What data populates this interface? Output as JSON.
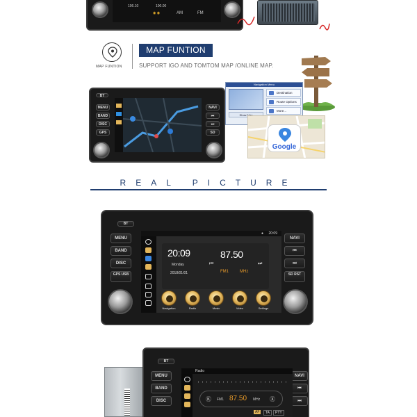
{
  "top_unit": {
    "freq_a": "106.10",
    "freq_b": "100.00",
    "band_left": "AM",
    "band_right": "FM"
  },
  "map_section": {
    "icon_label": "MAP FUNTION",
    "title": "MAP FUNTION",
    "subtitle": "SUPPORT IGO AND TOMTOM MAP /ONLINE MAP."
  },
  "nav_menu": {
    "header": "Navigation Menu",
    "items": [
      "Destination",
      "Route Options",
      "More..."
    ],
    "show_map": "Show Map"
  },
  "google": {
    "label": "Google"
  },
  "real_picture": {
    "heading": "REAL PICTURE"
  },
  "main_unit": {
    "left_buttons": [
      "MENU",
      "BAND",
      "DISC",
      "GPS USB"
    ],
    "right_buttons": [
      "NAVI",
      "⏮",
      "⏭",
      "SD RST"
    ],
    "top_left": "BT",
    "time": "20:09",
    "day": "Monday",
    "date": "2018/01/01",
    "frequency": "87.50",
    "band": "FM1",
    "unit": "MHz",
    "status_time": "20:09",
    "apps": [
      "Navigation",
      "Radio",
      "Music",
      "Video",
      "Settings"
    ]
  },
  "bottom_unit": {
    "left_buttons": [
      "MENU",
      "BAND",
      "DISC"
    ],
    "right_buttons": [
      "NAVI",
      "⏮",
      "⏭"
    ],
    "top_left": "BT",
    "screen_title": "Radio",
    "frequency": "87.50",
    "band": "FM1",
    "unit": "MHz",
    "presets": [
      "AF",
      "TA",
      "PTY"
    ]
  },
  "colors": {
    "accent": "#1f3d6f",
    "app_gold": "#e3b65a",
    "band_orange": "#e89b2a"
  }
}
